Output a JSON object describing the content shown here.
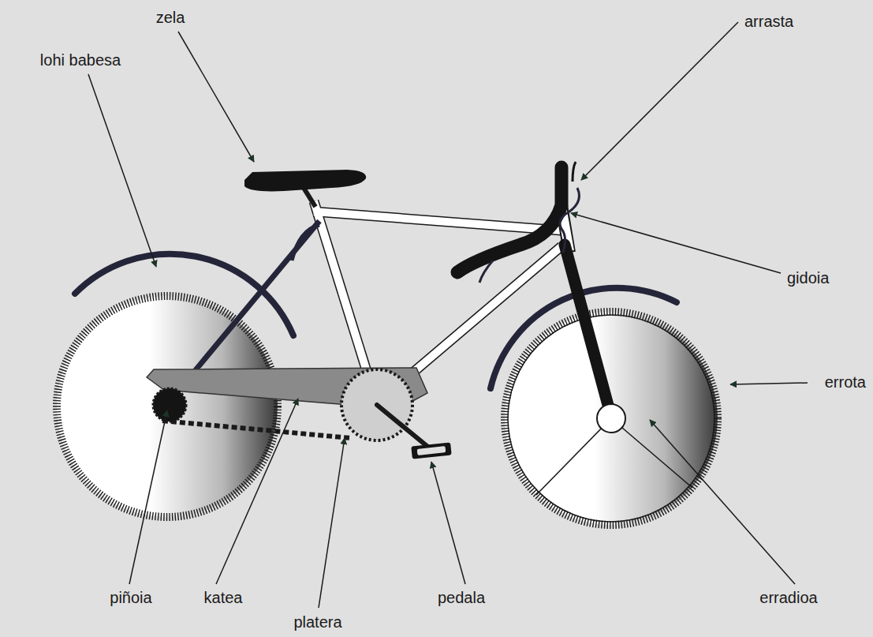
{
  "diagram": {
    "labels": [
      "zela",
      "lohi babesa",
      "arrasta",
      "gidoia",
      "errota",
      "piñoia",
      "katea",
      "pedala",
      "erradioa",
      "platera"
    ]
  }
}
